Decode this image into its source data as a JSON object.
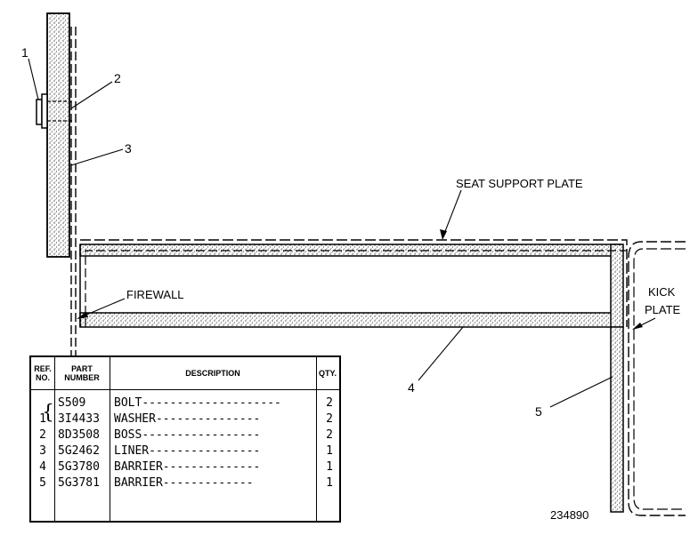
{
  "labels": {
    "seat_support_plate": "SEAT SUPPORT PLATE",
    "firewall": "FIREWALL",
    "kick_plate_line1": "KICK",
    "kick_plate_line2": "PLATE",
    "callout_1": "1",
    "callout_2": "2",
    "callout_3": "3",
    "callout_4": "4",
    "callout_5": "5",
    "drawing_number": "234890"
  },
  "table": {
    "headers": {
      "ref_line1": "REF.",
      "ref_line2": "NO.",
      "part_line1": "PART",
      "part_line2": "NUMBER",
      "description": "DESCRIPTION",
      "qty": "QTY."
    },
    "rows": [
      {
        "ref": "",
        "part": "S509",
        "desc": "BOLT",
        "qty": "2"
      },
      {
        "ref": "1",
        "part": "3I4433",
        "desc": "WASHER",
        "qty": "2"
      },
      {
        "ref": "2",
        "part": "8D3508",
        "desc": "BOSS",
        "qty": "2"
      },
      {
        "ref": "3",
        "part": "5G2462",
        "desc": "LINER",
        "qty": "1"
      },
      {
        "ref": "4",
        "part": "5G3780",
        "desc": "BARRIER",
        "qty": "1"
      },
      {
        "ref": "5",
        "part": "5G3781",
        "desc": "BARRIER",
        "qty": "1"
      }
    ]
  }
}
